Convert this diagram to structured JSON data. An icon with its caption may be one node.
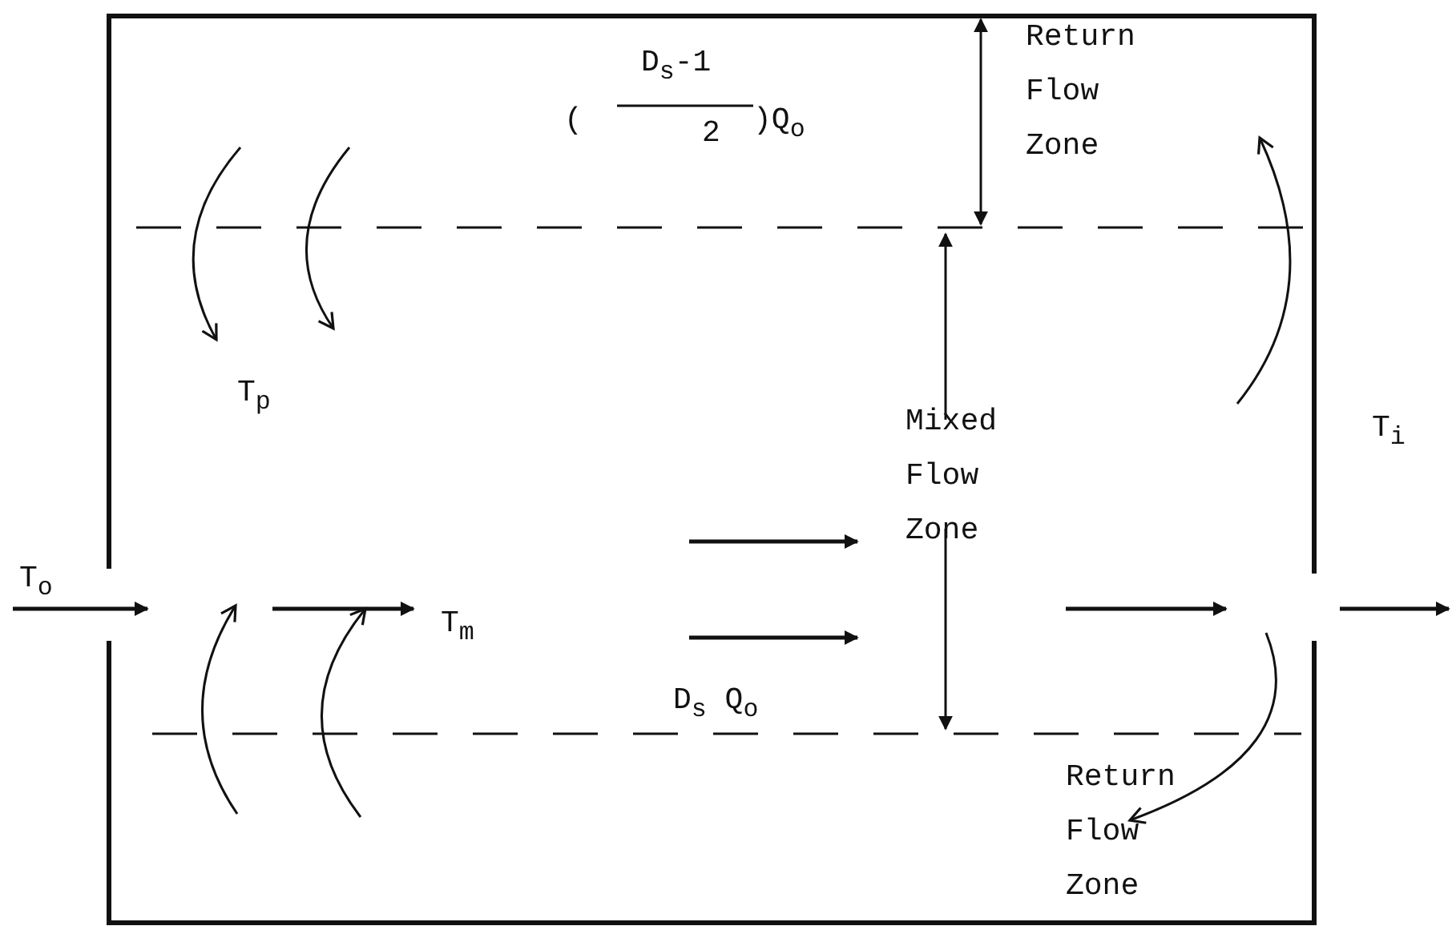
{
  "diagram": {
    "labels": [
      "D$_{s}$-1",
      "(",
      "2",
      ")Q$_{o}$",
      "Return Flow Zone",
      "T$_{p}$",
      "T$_{o}$",
      "Mixed Flow Zone",
      "T$_{i}$",
      "T$_{m}$",
      "D$_{s}$ Q$_{o}$",
      "Return Flow Zone"
    ]
  }
}
